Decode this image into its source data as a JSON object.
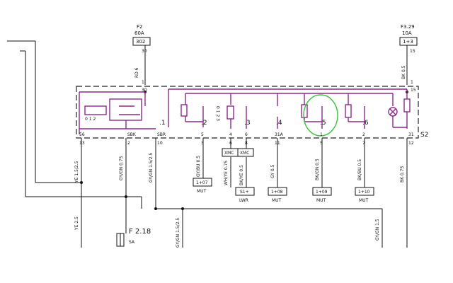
{
  "fuses": {
    "f2": {
      "ref": "F2",
      "rating": "60A",
      "pin": "30",
      "box": "302"
    },
    "f329": {
      "ref": "F3.29",
      "rating": "10A",
      "pin": "15",
      "box": "1+3"
    },
    "f218": {
      "ref": "F 2.18",
      "sub": "SA"
    }
  },
  "module": {
    "ref": "S2"
  },
  "wires": {
    "rd6": "RD 6",
    "bk05_top": "BK 0.5",
    "ye15_25": "YE 1.5/2.5",
    "gygn075": "GY/GN 0.75",
    "gygn15_25": "GY/GN 1.5/2.5",
    "gybu05": "GY/BU 0.5",
    "whye075": "WH/YE 0.75",
    "bkye05": "BK/YE 0.5",
    "gy05": "GY 0.5",
    "bkgn05": "BK/GN 0.5",
    "bkbu05": "BK/BU 0.5",
    "bk075": "BK 0.75",
    "ye25": "YE 2.5",
    "gygn15_25b": "GY/GN 1.5/2.5",
    "gygn15": "GY/GN 1.5"
  },
  "pins_top": {
    "p30": "30",
    "p15": "15",
    "p1a": "1",
    "p1b": "1"
  },
  "pins_bottom": {
    "s6": "56",
    "sbk": "SBK",
    "sbr": "SBR",
    "p5": "5",
    "p4": "4",
    "p6": "6",
    "p31a": "31A",
    "p1": "1",
    "p2": "2",
    "p31": "31",
    "n13": "13",
    "n2": "2",
    "n10": "10",
    "n3": "3",
    "n6": "6",
    "n8": "8",
    "n11": "11",
    "n5": "5",
    "n7": "7",
    "n12": "12"
  },
  "switch_labels": {
    "s1": ".1",
    "s2": ".2",
    "s3": ".3",
    "s4": ".4",
    "s5": ".5",
    "s6": ".6",
    "pos": "0 1 2",
    "pos3": "0 1 2 3"
  },
  "connectors": {
    "xmc1": "XMC",
    "xmc2": "XMC"
  },
  "destinations": [
    {
      "box": "1+07",
      "label": "MUT"
    },
    {
      "box": "S1+",
      "label": "LWR"
    },
    {
      "box": "1+08",
      "label": "MUT"
    },
    {
      "box": "1+09",
      "label": "MUT"
    },
    {
      "box": "1+10",
      "label": "MUT"
    }
  ],
  "colors": {
    "wire": "#111111",
    "internal": "#8a2a8a",
    "highlight": "#3cc23c"
  }
}
